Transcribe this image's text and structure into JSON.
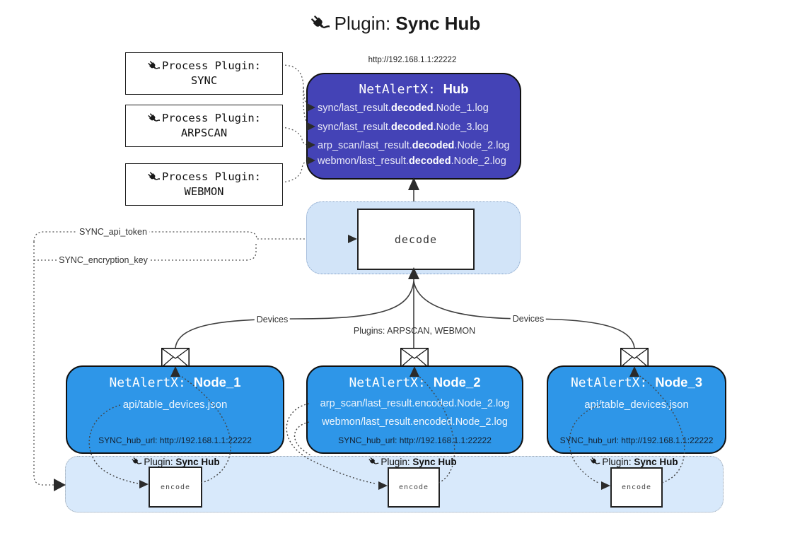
{
  "title": {
    "prefix": "Plugin: ",
    "name": "Sync Hub"
  },
  "process_plugins": [
    {
      "label": "Process Plugin:",
      "name": "SYNC"
    },
    {
      "label": "Process Plugin:",
      "name": "ARPSCAN"
    },
    {
      "label": "Process Plugin:",
      "name": "WEBMON"
    }
  ],
  "hub": {
    "url": "http://192.168.1.1:22222",
    "title_prefix": "NetAlertX: ",
    "title_name": "Hub",
    "entries": [
      {
        "pre": "sync/last_result.",
        "bold": "decoded",
        "post": ".Node_1.log"
      },
      {
        "pre": "sync/last_result.",
        "bold": "decoded",
        "post": ".Node_3.log"
      },
      {
        "pre": "arp_scan/last_result.",
        "bold": "decoded",
        "post": ".Node_2.log"
      },
      {
        "pre": "webmon/last_result.",
        "bold": "decoded",
        "post": ".Node_2.log"
      }
    ]
  },
  "decode_label": "decode",
  "config": {
    "api_token": "SYNC_api_token",
    "encryption_key": "SYNC_encryption_key"
  },
  "edge_labels": {
    "devices_left": "Devices",
    "plugins_mid": "Plugins: ARPSCAN, WEBMON",
    "devices_right": "Devices"
  },
  "nodes": [
    {
      "title_prefix": "NetAlertX: ",
      "title_name": "Node_1",
      "lines": [
        "api/table_devices.json"
      ],
      "footer": "SYNC_hub_url: http://192.168.1.1:22222"
    },
    {
      "title_prefix": "NetAlertX: ",
      "title_name": "Node_2",
      "lines": [
        "arp_scan/last_result.encoded.Node_2.log",
        "webmon/last_result.encoded.Node_2.log"
      ],
      "footer": "SYNC_hub_url: http://192.168.1.1:22222"
    },
    {
      "title_prefix": "NetAlertX: ",
      "title_name": "Node_3",
      "lines": [
        "api/table_devices.json"
      ],
      "footer": "SYNC_hub_url: http://192.168.1.1:22222"
    }
  ],
  "encode_band": {
    "label_prefix": "Plugin: ",
    "label_name": "Sync Hub",
    "encode_label": "encode"
  },
  "colors": {
    "hub_fill": "#4443b6",
    "node_fill": "#2e96e8",
    "encode_band_fill": "#d8e9fb",
    "decode_band_fill": "#d2e4f8"
  }
}
